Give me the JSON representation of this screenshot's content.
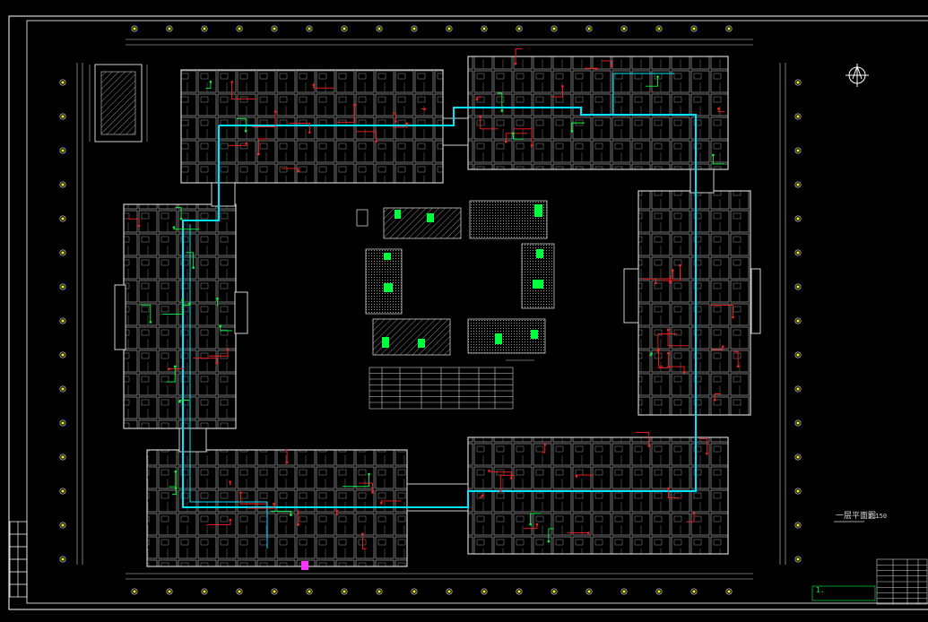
{
  "drawing": {
    "plan_title": "一层平面图",
    "plan_scale": "1:150",
    "notes": [
      "1.",
      "",
      ""
    ],
    "footer_text": ""
  },
  "colors": {
    "background": "#000000",
    "wall": "#cfcfcf",
    "frame": "#ffffff",
    "trunk": "#00e5ff",
    "wiring_red": "#ff2020",
    "wiring_green": "#00ff3c",
    "axis_marker": "#ffff00",
    "accent": "#ff33ff"
  },
  "icons": [
    "north-arrow-icon"
  ]
}
